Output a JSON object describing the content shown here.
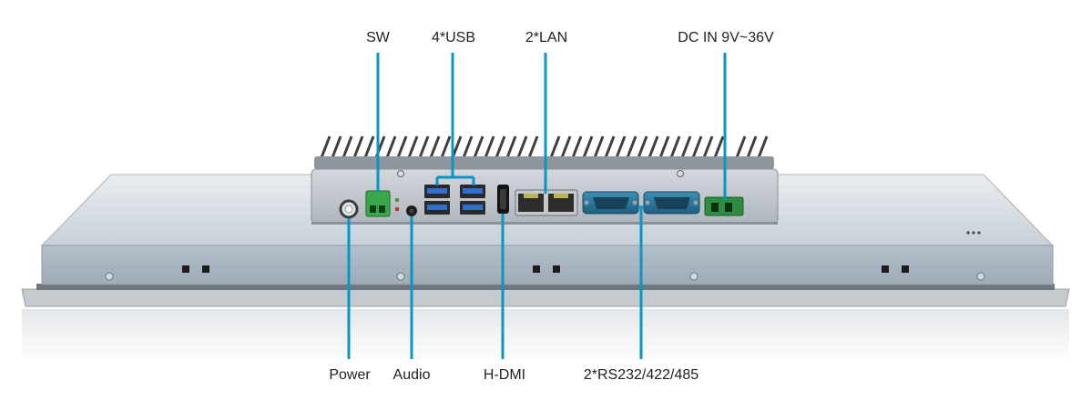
{
  "colors": {
    "accent": "#0a96c4",
    "panel_top": "#dfe4e9",
    "panel_face": "#a9b6c2",
    "bezel": "#c9ced3",
    "box": "#bfc5cb"
  },
  "labels": {
    "sw": "SW",
    "usb": "4*USB",
    "lan": "2*LAN",
    "dc": "DC IN 9V~36V",
    "power": "Power",
    "audio": "Audio",
    "hdmi": "H-DMI",
    "serial": "2*RS232/422/485"
  }
}
